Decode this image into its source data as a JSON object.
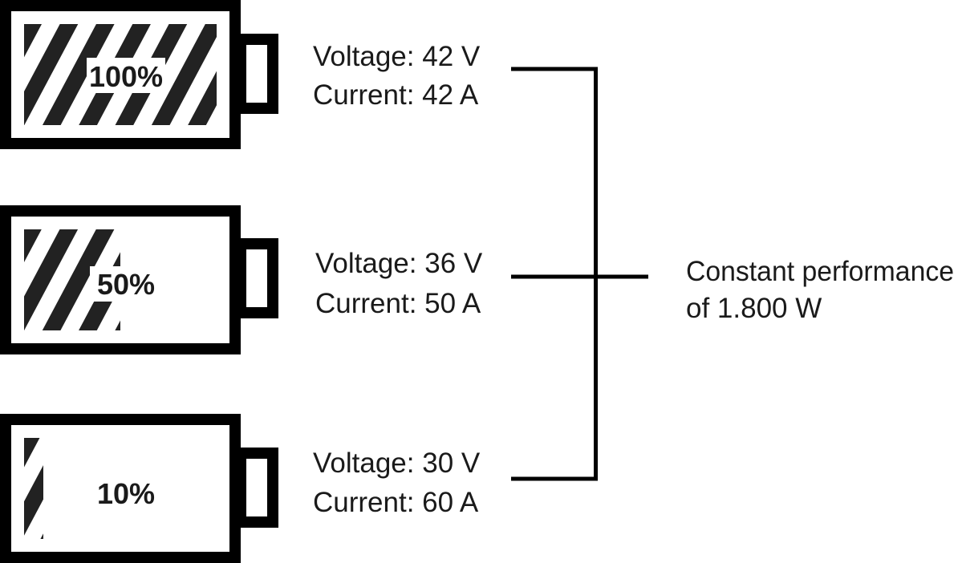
{
  "batteries": [
    {
      "charge_label": "100%",
      "charge_fraction": 1.0,
      "voltage": "Voltage: 42 V",
      "current": "Current: 42 A"
    },
    {
      "charge_label": "50%",
      "charge_fraction": 0.5,
      "voltage": "Voltage: 36 V",
      "current": "Current: 50 A"
    },
    {
      "charge_label": "10%",
      "charge_fraction": 0.1,
      "voltage": "Voltage: 30 V",
      "current": "Current: 60 A"
    }
  ],
  "result": {
    "line1": "Constant performance",
    "line2": "of 1.800 W"
  },
  "colors": {
    "stroke": "#000000",
    "stripe": "#222222",
    "text": "#1a1a1a",
    "background": "#ffffff"
  }
}
